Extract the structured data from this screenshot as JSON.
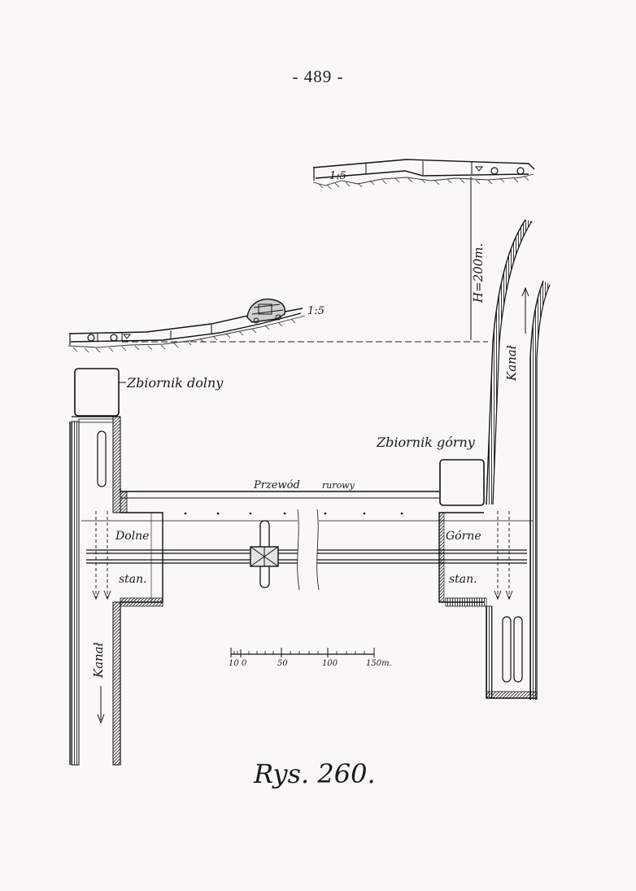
{
  "page": {
    "number": "- 489 -"
  },
  "labels": {
    "slope_upper": "1:5",
    "slope_lower": "1:5",
    "head_height": "H=200m.",
    "lower_reservoir": "Zbiornik dolny",
    "upper_reservoir": "Zbiornik górny",
    "pipeline_part1": "Przewód",
    "pipeline_part2": "rurowy",
    "lower_level_1": "Dolne",
    "lower_level_2": "stan.",
    "upper_level_1": "Górne",
    "upper_level_2": "stan.",
    "canal_left": "Kanał",
    "canal_right": "Kanał"
  },
  "scale_bar": {
    "ticks": [
      "10 0",
      "50",
      "100",
      "150m."
    ]
  },
  "caption": "Rys. 260."
}
